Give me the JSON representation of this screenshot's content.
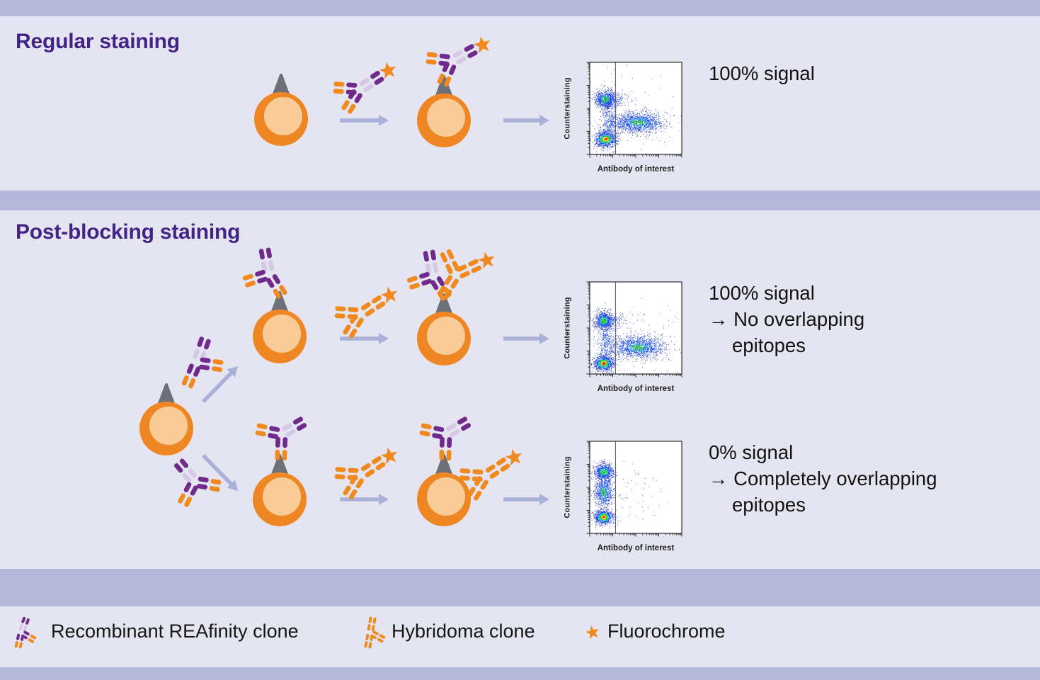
{
  "sections": {
    "regular": {
      "title": "Regular staining"
    },
    "post_blocking": {
      "title": "Post-blocking staining"
    }
  },
  "captions": {
    "regular": [
      "100% signal"
    ],
    "no_overlap": [
      "100% signal",
      "→ No overlapping",
      "epitopes"
    ],
    "complete_overlap": [
      "0% signal",
      "→ Completely overlapping",
      "epitopes"
    ]
  },
  "axes": {
    "x": "Antibody of interest",
    "y": "Counterstaining"
  },
  "legend": [
    {
      "icon": "reafinity-antibody-icon",
      "label": "Recombinant REAfinity clone"
    },
    {
      "icon": "hybridoma-antibody-icon",
      "label": "Hybridoma clone"
    },
    {
      "icon": "fluorochrome-star-icon",
      "label": "Fluorochrome"
    }
  ],
  "colors": {
    "band": "#b4b8da",
    "panel": "#e4e5f1",
    "heading": "#432384",
    "cell_outer": "#ee8723",
    "cell_inner": "#f8cb97",
    "epitope_gray": "#6d7077",
    "arrow": "#a9b1d8",
    "antibody_purple": "#702a8c",
    "antibody_lavender": "#d6c9e6",
    "antibody_orange": "#f08a1f",
    "fluorochrome": "#ef8920",
    "plot_border": "#2b2b2b",
    "gate_line": "#555555",
    "caption_text": "#121212",
    "scatter": {
      "red": "#e8211a",
      "yellow": "#f0e31f",
      "green": "#37d42a",
      "mid_green": "#21aa47",
      "cyan": "#17c2c4",
      "cyan2": "#1790d8",
      "blue": "#1b47e6",
      "deep": "#2336c0"
    }
  },
  "chart_data": [
    {
      "type": "scatter",
      "name": "regular-staining-flow-plot",
      "xlabel": "Antibody of interest",
      "ylabel": "Counterstaining",
      "scale": "log",
      "x_range_decades": 4,
      "y_range_decades": 4,
      "gate_x_fraction": 0.28,
      "result": "100% signal",
      "populations": [
        {
          "cx": 0.17,
          "cy": 0.6,
          "sx": 0.055,
          "sy": 0.048,
          "n": 900,
          "heat": "green"
        },
        {
          "cx": 0.17,
          "cy": 0.17,
          "sx": 0.058,
          "sy": 0.042,
          "n": 1000,
          "heat": "red"
        },
        {
          "cx": 0.52,
          "cy": 0.35,
          "sx": 0.14,
          "sy": 0.055,
          "n": 1400,
          "heat": "weak"
        },
        {
          "cx": 0.21,
          "cy": 0.38,
          "sx": 0.045,
          "sy": 0.12,
          "n": 350,
          "heat": "none"
        },
        {
          "cx": 0.28,
          "cy": 0.6,
          "sx": 0.08,
          "sy": 0.035,
          "n": 120,
          "heat": "none"
        },
        {
          "cx": 0.45,
          "cy": 0.45,
          "sx": 0.28,
          "sy": 0.26,
          "n": 110,
          "heat": "sparse"
        }
      ]
    },
    {
      "type": "scatter",
      "name": "post-blocking-no-overlap-flow-plot",
      "xlabel": "Antibody of interest",
      "ylabel": "Counterstaining",
      "scale": "log",
      "x_range_decades": 4,
      "y_range_decades": 4,
      "gate_x_fraction": 0.28,
      "result": "100% signal - no overlapping epitopes",
      "populations": [
        {
          "cx": 0.15,
          "cy": 0.58,
          "sx": 0.05,
          "sy": 0.048,
          "n": 900,
          "heat": "green"
        },
        {
          "cx": 0.15,
          "cy": 0.12,
          "sx": 0.055,
          "sy": 0.042,
          "n": 1000,
          "heat": "red"
        },
        {
          "cx": 0.52,
          "cy": 0.29,
          "sx": 0.14,
          "sy": 0.06,
          "n": 1400,
          "heat": "weak"
        },
        {
          "cx": 0.18,
          "cy": 0.33,
          "sx": 0.045,
          "sy": 0.13,
          "n": 350,
          "heat": "none"
        },
        {
          "cx": 0.27,
          "cy": 0.58,
          "sx": 0.08,
          "sy": 0.035,
          "n": 120,
          "heat": "none"
        },
        {
          "cx": 0.45,
          "cy": 0.42,
          "sx": 0.28,
          "sy": 0.25,
          "n": 110,
          "heat": "sparse"
        }
      ]
    },
    {
      "type": "scatter",
      "name": "post-blocking-complete-overlap-flow-plot",
      "xlabel": "Antibody of interest",
      "ylabel": "Counterstaining",
      "scale": "log",
      "x_range_decades": 4,
      "y_range_decades": 4,
      "gate_x_fraction": 0.28,
      "result": "0% signal - completely overlapping epitopes",
      "populations": [
        {
          "cx": 0.15,
          "cy": 0.67,
          "sx": 0.05,
          "sy": 0.045,
          "n": 850,
          "heat": "green"
        },
        {
          "cx": 0.15,
          "cy": 0.45,
          "sx": 0.05,
          "sy": 0.085,
          "n": 800,
          "heat": "weak"
        },
        {
          "cx": 0.15,
          "cy": 0.18,
          "sx": 0.05,
          "sy": 0.04,
          "n": 900,
          "heat": "red"
        },
        {
          "cx": 0.4,
          "cy": 0.42,
          "sx": 0.26,
          "sy": 0.22,
          "n": 70,
          "heat": "sparse"
        }
      ]
    }
  ]
}
